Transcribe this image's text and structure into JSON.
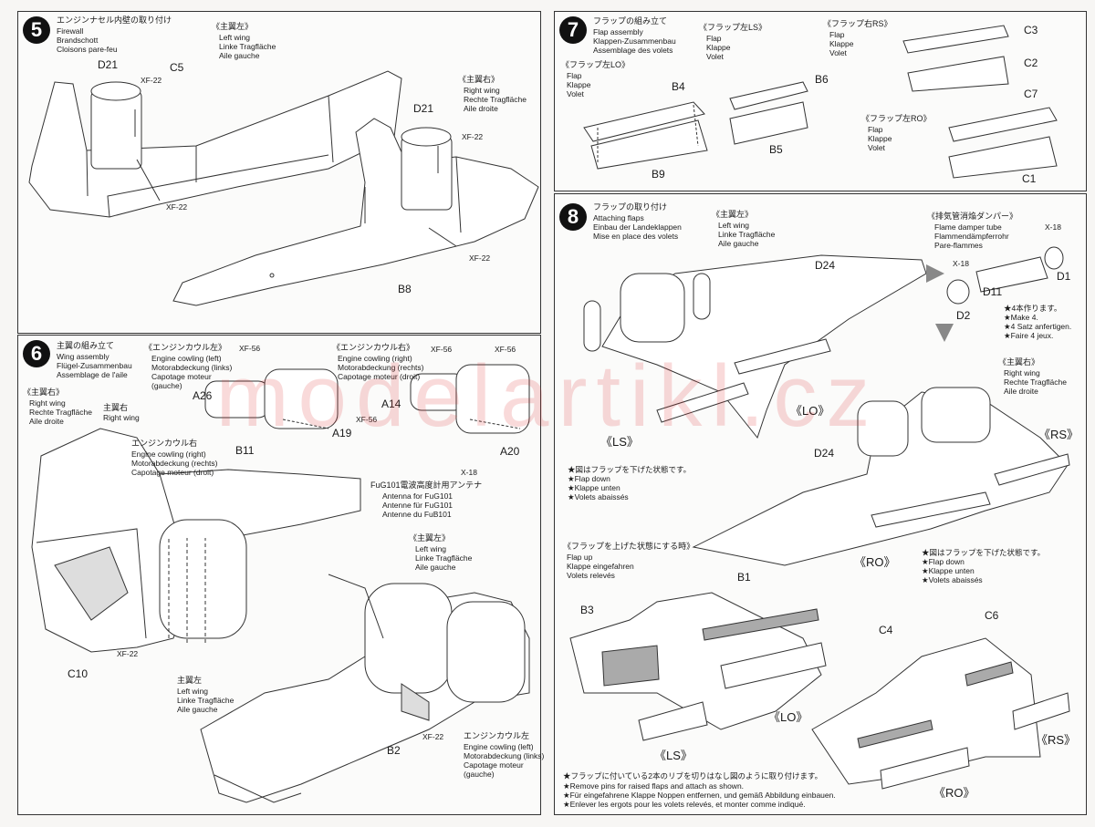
{
  "step5": {
    "number": "5",
    "title_jp": "エンジンナセル内壁の取り付け",
    "title_lines": [
      "Firewall",
      "Brandschott",
      "Cloisons pare-feu"
    ],
    "left_wing_jp": "《主翼左》",
    "left_wing_lines": [
      "Left wing",
      "Linke Tragfläche",
      "Aile gauche"
    ],
    "right_wing_jp": "《主翼右》",
    "right_wing_lines": [
      "Right wing",
      "Rechte Tragfläche",
      "Aile droite"
    ],
    "parts": {
      "d21a": "D21",
      "c5": "C5",
      "xf22a": "XF-22",
      "xf22b": "XF-22",
      "d21b": "D21",
      "xf22c": "XF-22",
      "xf22d": "XF-22",
      "b8": "B8"
    }
  },
  "step6": {
    "number": "6",
    "title_jp": "主翼の組み立て",
    "title_lines": [
      "Wing assembly",
      "Flügel-Zusammenbau",
      "Assemblage de l'aile"
    ],
    "cowl_left_jp": "《エンジンカウル左》",
    "cowl_left_lines": [
      "Engine cowling (left)",
      "Motorabdeckung (links)",
      "Capotage moteur",
      "(gauche)"
    ],
    "cowl_right_jp": "《エンジンカウル右》",
    "cowl_right_lines": [
      "Engine cowling (right)",
      "Motorabdeckung (rechts)",
      "Capotage moteur (droit)"
    ],
    "right_wing_jp": "《主翼右》",
    "right_wing_lines": [
      "Right wing",
      "Rechte Tragfläche",
      "Aile droite"
    ],
    "right_wing_small_jp": "主翼右",
    "right_wing_small": "Right wing",
    "cowl_right2_jp": "エンジンカウル右",
    "cowl_right2_lines": [
      "Engine cowling (right)",
      "Motorabdeckung (rechts)",
      "Capotage moteur (droit)"
    ],
    "antenna_jp": "FuG101電波高度計用アンテナ",
    "antenna_lines": [
      "Antenna for FuG101",
      "Antenne für FuG101",
      "Antenne du FuB101"
    ],
    "left_wing_jp": "《主翼左》",
    "left_wing_lines": [
      "Left wing",
      "Linke Tragfläche",
      "Aile gauche"
    ],
    "left_wing2_jp": "主翼左",
    "left_wing2_lines": [
      "Left wing",
      "Linke Tragfläche",
      "Aile gauche"
    ],
    "cowl_left2_jp": "エンジンカウル左",
    "cowl_left2_lines": [
      "Engine cowling (left)",
      "Motorabdeckung (links)",
      "Capotage moteur",
      "(gauche)"
    ],
    "parts": {
      "xf56a": "XF-56",
      "a26": "A26",
      "a19": "A19",
      "xf56b": "XF-56",
      "xf56c": "XF-56",
      "xf56d": "XF-56",
      "a14": "A14",
      "a20": "A20",
      "x18": "X-18",
      "b11": "B11",
      "xf22a": "XF-22",
      "c10": "C10",
      "b2": "B2",
      "xf22b": "XF-22"
    }
  },
  "step7": {
    "number": "7",
    "title_jp": "フラップの組み立て",
    "title_lines": [
      "Flap assembly",
      "Klappen-Zusammenbau",
      "Assemblage des volets"
    ],
    "lo_jp": "《フラップ左LO》",
    "ls_jp": "《フラップ左LS》",
    "rs_jp": "《フラップ右RS》",
    "ro_jp": "《フラップ左RO》",
    "flap_lines": [
      "Flap",
      "Klappe",
      "Volet"
    ],
    "parts": {
      "b4": "B4",
      "b9": "B9",
      "b6": "B6",
      "b5": "B5",
      "c3": "C3",
      "c2": "C2",
      "c7": "C7",
      "c1": "C1"
    }
  },
  "step8": {
    "number": "8",
    "title_jp": "フラップの取り付け",
    "title_lines": [
      "Attaching flaps",
      "Einbau der Landeklappen",
      "Mise en place des volets"
    ],
    "left_wing_jp": "《主翼左》",
    "left_wing_lines": [
      "Left wing",
      "Linke Tragfläche",
      "Aile gauche"
    ],
    "damper_jp": "《排気管消焔ダンパー》",
    "damper_lines": [
      "Flame damper tube",
      "Flammendämpferrohr",
      "Pare-flammes"
    ],
    "make4_lines": [
      "★4本作ります。",
      "★Make 4.",
      "★4 Satz anfertigen.",
      "★Faire 4 jeux."
    ],
    "right_wing_jp": "《主翼右》",
    "right_wing_lines": [
      "Right wing",
      "Rechte Tragfläche",
      "Aile droite"
    ],
    "flap_down_a": [
      "★図はフラップを下げた状態です。",
      "★Flap down",
      "★Klappe unten",
      "★Volets abaissés"
    ],
    "flap_down_b": [
      "★図はフラップを下げた状態です。",
      "★Flap down",
      "★Klappe unten",
      "★Volets abaissés"
    ],
    "flap_up_jp": "《フラップを上げた状態にする時》",
    "flap_up_lines": [
      "Flap up",
      "Klappe eingefahren",
      "Volets relevés"
    ],
    "note_lines": [
      "★フラップに付いている2本のリブを切りはなし図のように取り付けます。",
      "★Remove pins for raised flaps and attach as shown.",
      "★Für eingefahrene Klappe Noppen entfernen, und gemäß Abbildung einbauen.",
      "★Enlever les ergots pour les volets relevés, et monter comme indiqué."
    ],
    "parts": {
      "x18a": "X-18",
      "x18b": "X-18",
      "d1": "D1",
      "d11": "D11",
      "d2": "D2",
      "d24a": "D24",
      "d24b": "D24",
      "lo": "《LO》",
      "ls": "《LS》",
      "rs": "《RS》",
      "ro": "《RO》",
      "b1": "B1",
      "b3": "B3",
      "c6": "C6",
      "c4": "C4",
      "lo2": "《LO》",
      "ls2": "《LS》",
      "rs2": "《RS》",
      "ro2": "《RO》"
    }
  },
  "watermark": "modelartikl.cz"
}
